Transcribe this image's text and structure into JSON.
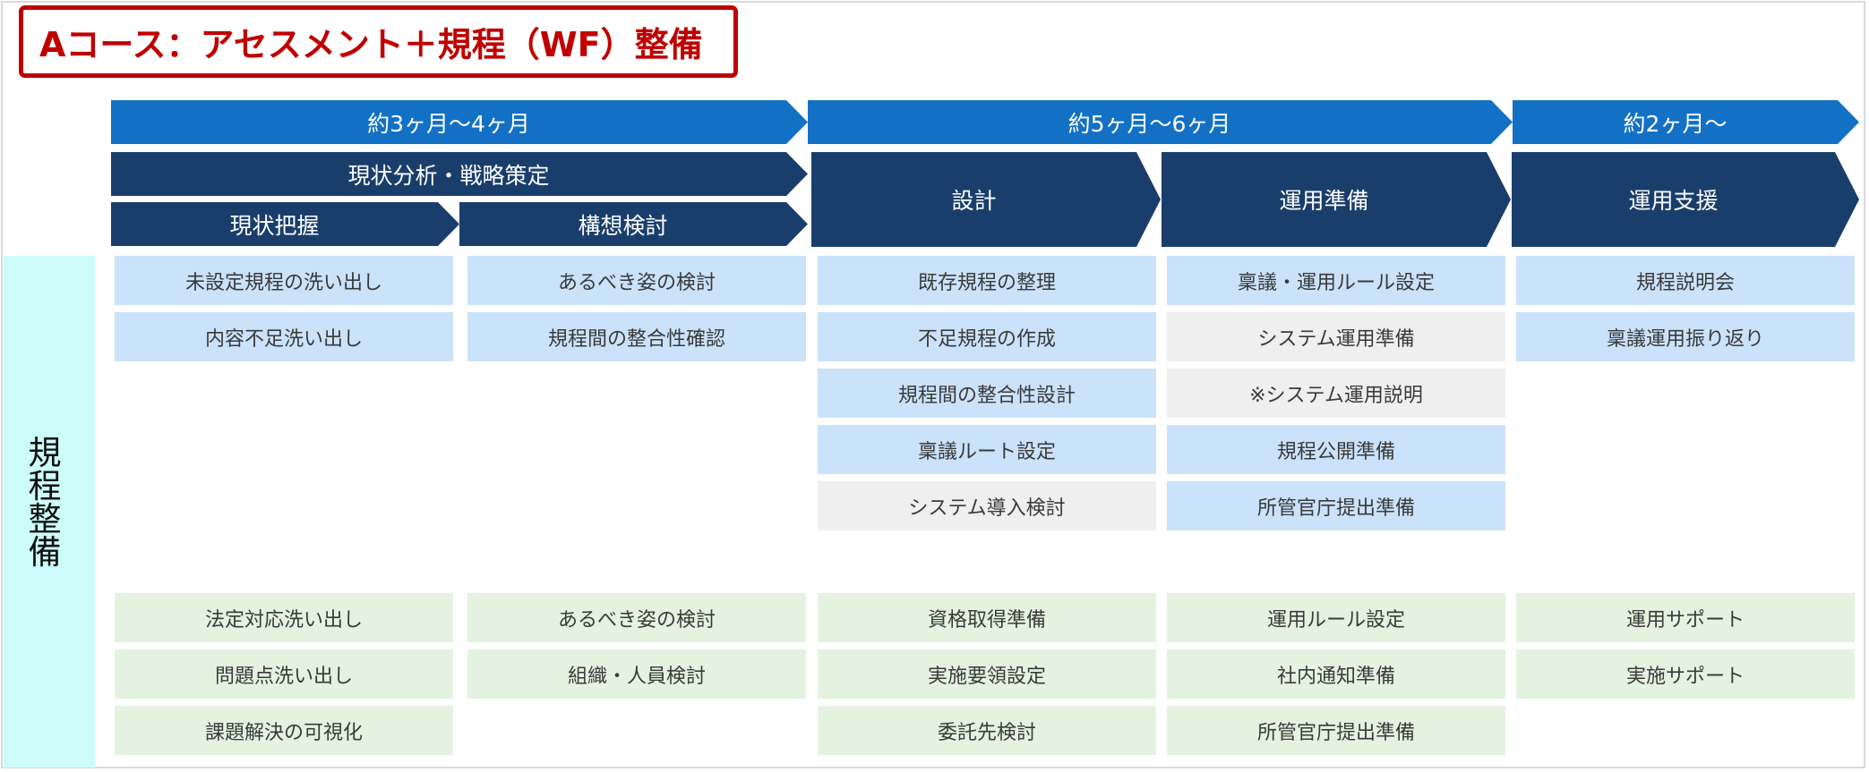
{
  "title": "Aコース：アセスメント＋規程（WF）整備",
  "periods": [
    {
      "label": "約3ヶ月～4ヶ月"
    },
    {
      "label": "約5ヶ月～6ヶ月"
    },
    {
      "label": "約2ヶ月～"
    }
  ],
  "phases": {
    "analysis": "現状分析・戦略策定",
    "current_state": "現状把握",
    "concept": "構想検討",
    "design": "設計",
    "operation_prep": "運用準備",
    "operation_support": "運用支援"
  },
  "row_label": "規程整備",
  "columns": [
    {
      "top": [
        {
          "label": "未設定規程の洗い出し",
          "style": "blue"
        },
        {
          "label": "内容不足洗い出し",
          "style": "blue"
        }
      ],
      "bottom": [
        {
          "label": "法定対応洗い出し",
          "style": "green"
        },
        {
          "label": "問題点洗い出し",
          "style": "green"
        },
        {
          "label": "課題解決の可視化",
          "style": "green"
        }
      ]
    },
    {
      "top": [
        {
          "label": "あるべき姿の検討",
          "style": "blue"
        },
        {
          "label": "規程間の整合性確認",
          "style": "blue"
        }
      ],
      "bottom": [
        {
          "label": "あるべき姿の検討",
          "style": "green"
        },
        {
          "label": "組織・人員検討",
          "style": "green"
        }
      ]
    },
    {
      "top": [
        {
          "label": "既存規程の整理",
          "style": "blue"
        },
        {
          "label": "不足規程の作成",
          "style": "blue"
        },
        {
          "label": "規程間の整合性設計",
          "style": "blue"
        },
        {
          "label": "稟議ルート設定",
          "style": "blue"
        },
        {
          "label": "システム導入検討",
          "style": "gray"
        }
      ],
      "bottom": [
        {
          "label": "資格取得準備",
          "style": "green"
        },
        {
          "label": "実施要領設定",
          "style": "green"
        },
        {
          "label": "委託先検討",
          "style": "green"
        }
      ]
    },
    {
      "top": [
        {
          "label": "稟議・運用ルール設定",
          "style": "blue"
        },
        {
          "label": "システム運用準備",
          "style": "gray"
        },
        {
          "label": "※システム運用説明",
          "style": "gray"
        },
        {
          "label": "規程公開準備",
          "style": "blue"
        },
        {
          "label": "所管官庁提出準備",
          "style": "blue"
        }
      ],
      "bottom": [
        {
          "label": "運用ルール設定",
          "style": "green"
        },
        {
          "label": "社内通知準備",
          "style": "green"
        },
        {
          "label": "所管官庁提出準備",
          "style": "green"
        }
      ]
    },
    {
      "top": [
        {
          "label": "規程説明会",
          "style": "blue"
        },
        {
          "label": "稟議運用振り返り",
          "style": "blue"
        }
      ],
      "bottom": [
        {
          "label": "運用サポート",
          "style": "green"
        },
        {
          "label": "実施サポート",
          "style": "green"
        }
      ]
    }
  ],
  "colors": {
    "title_red": "#c00000",
    "period_blue": "#1271c5",
    "phase_navy": "#1a3e6b",
    "sidebar_cyan": "#ccfbfa",
    "task_blue": "#cae2fa",
    "task_gray": "#efefef",
    "task_green": "#e4f3e0"
  }
}
